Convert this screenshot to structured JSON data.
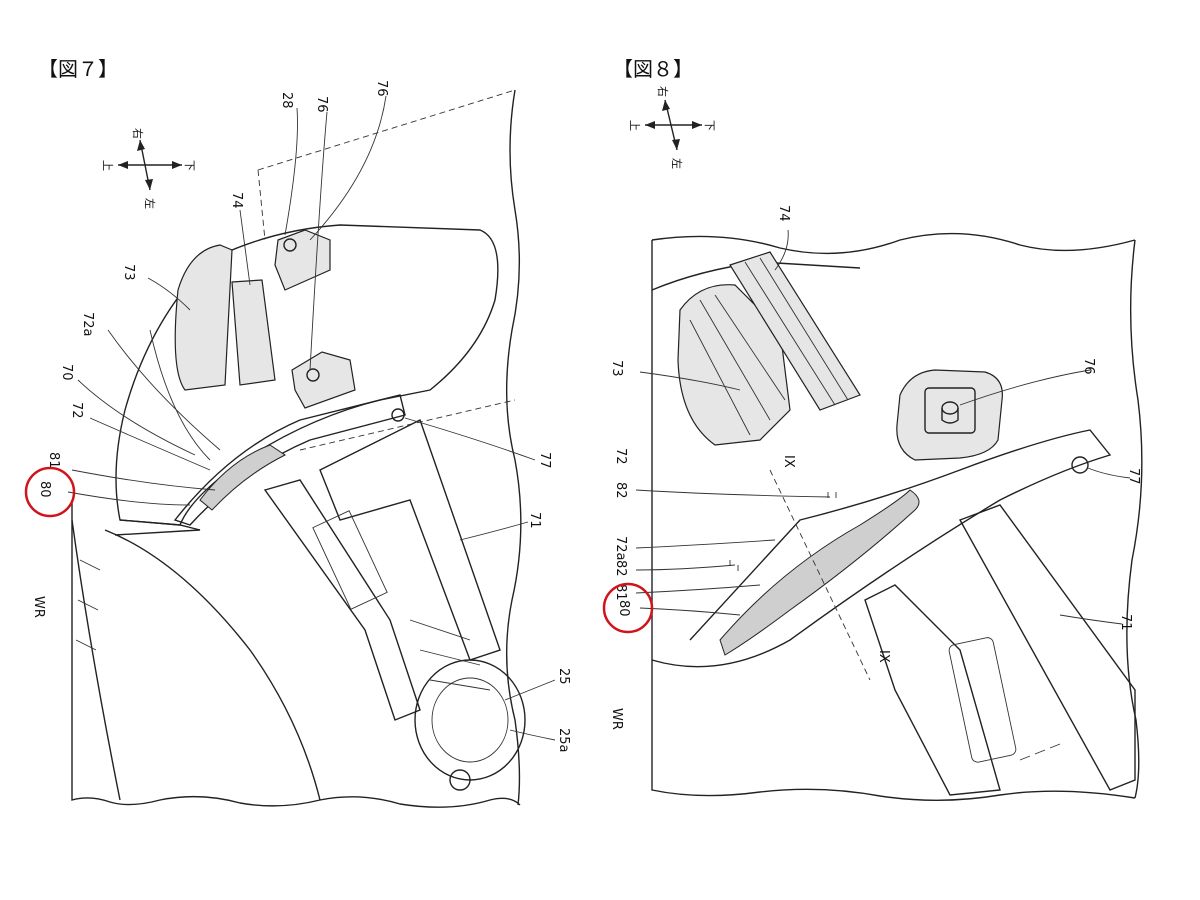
{
  "figure7": {
    "title": "【図７】",
    "compass": {
      "up": "右",
      "left": "上",
      "right": "下",
      "down": "左"
    },
    "labels": {
      "l28": "28",
      "l76a": "76",
      "l76b": "76",
      "l74": "74",
      "l73": "73",
      "l72a": "72a",
      "l70": "70",
      "l72": "72",
      "l81": "81",
      "l80": "80",
      "l77": "77",
      "l71": "71",
      "lWR": "WR",
      "l25": "25",
      "l25a": "25a"
    },
    "highlight_label": "80"
  },
  "figure8": {
    "title": "【図８】",
    "compass": {
      "up": "右",
      "left": "上",
      "right": "下",
      "down": "左"
    },
    "labels": {
      "l74": "74",
      "l73": "73",
      "l76": "76",
      "l72": "72",
      "lIXa": "IX",
      "l82a": "82",
      "l72a": "72a",
      "l82b": "82",
      "l81": "81",
      "l80": "80",
      "l77": "77",
      "l71": "71",
      "lWR": "WR",
      "lIXb": "IX"
    },
    "highlight_label": "80"
  },
  "colors": {
    "highlight": "#d0141c",
    "line": "#222222"
  }
}
